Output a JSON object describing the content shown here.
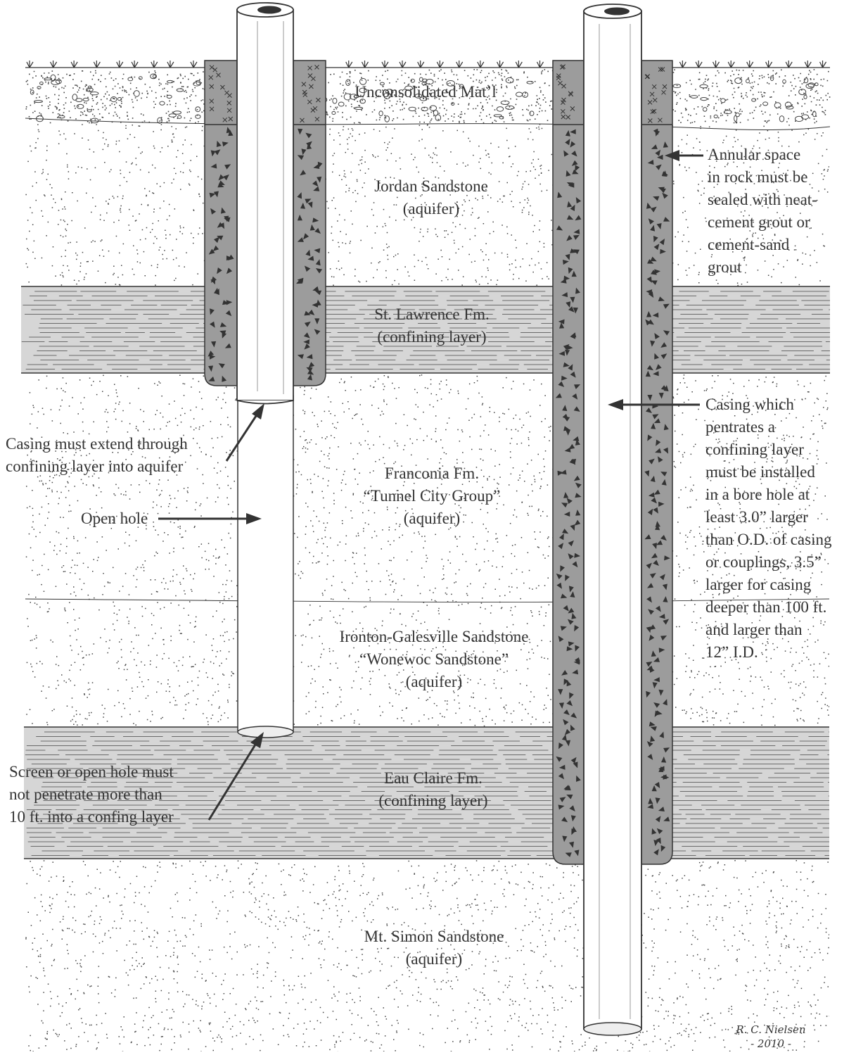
{
  "formations": {
    "unconsolidated": "Unconsolidated Mat’l",
    "jordan": [
      "Jordan Sandstone",
      "(aquifer)"
    ],
    "st_lawrence": [
      "St. Lawrence Fm.",
      "(confining layer)"
    ],
    "franconia": [
      "Franconia Fm.",
      "“Tunnel City Group”",
      "(aquifer)"
    ],
    "ironton": [
      "Ironton-Galesville Sandstone",
      "“Wonewoc Sandstone”",
      "(aquifer)"
    ],
    "eau_claire": [
      "Eau Claire Fm.",
      "(confining layer)"
    ],
    "mt_simon": [
      "Mt. Simon Sandstone",
      "(aquifer)"
    ]
  },
  "annotations": {
    "annular": [
      "Annular space",
      "in rock must be",
      "sealed with neat-",
      "cement grout or",
      "cement-sand",
      "grout"
    ],
    "casing_extend": [
      "Casing must extend through",
      "confining layer into aquifer"
    ],
    "open_hole": "Open hole",
    "casing_penetrates": [
      "Casing which",
      "pentrates a",
      "confining layer",
      "must be installed",
      "in a bore hole at",
      "least 3.0” larger",
      "than O.D. of casing",
      "or couplings, 3.5”",
      "larger for casing",
      "deeper than 100 ft.",
      "and larger than",
      "12” I.D."
    ],
    "screen": [
      "Screen or open hole must",
      "not penetrate more than",
      "10 ft. into a confing layer"
    ]
  },
  "signature": [
    "R. C. Nielsen",
    "- 2010 -"
  ],
  "colors": {
    "sand_dot": "#444444",
    "shale_band": "#d6d6d6",
    "shale_line": "#6a6a6a",
    "grout": "#9c9c9c",
    "grout_mark": "#333333",
    "outline": "#333333",
    "pipe": "#ffffff"
  }
}
